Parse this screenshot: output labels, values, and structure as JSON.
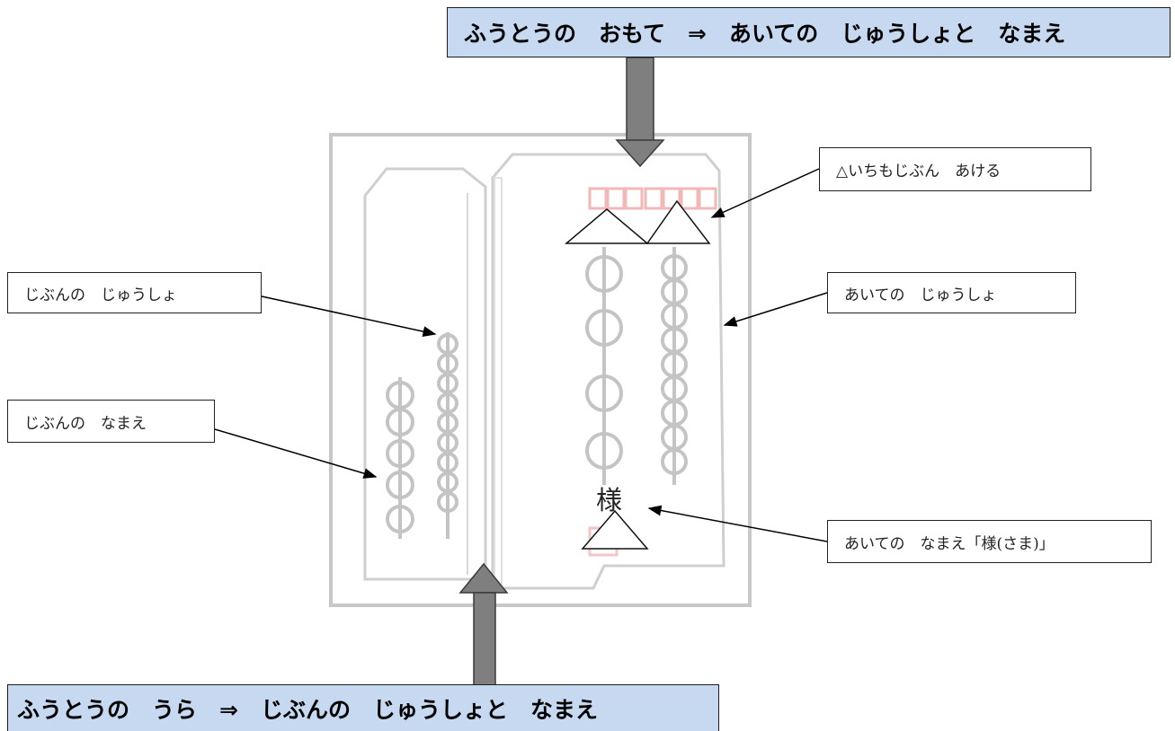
{
  "banners": {
    "front": "ふうとうの　おもて　⇒　あいての　じゅうしょと　なまえ",
    "back": "ふうとうの　うら　⇒　じぶんの　じゅうしょと　なまえ"
  },
  "callouts": {
    "triangle_note": "△いちもじぶん　あける",
    "recipient_address": "あいての　じゅうしょ",
    "recipient_name": "あいての　なまえ「様(さま)」",
    "sender_address": "じぶんの　じゅうしょ",
    "sender_name": "じぶんの　なまえ"
  },
  "envelope": {
    "honorific": "様"
  },
  "colors": {
    "banner_fill": "#c6d9f1",
    "arrow_fill": "#7f7f7f",
    "envelope_outline": "#c8c8c8",
    "stamp_red": "#f2b8b8"
  }
}
